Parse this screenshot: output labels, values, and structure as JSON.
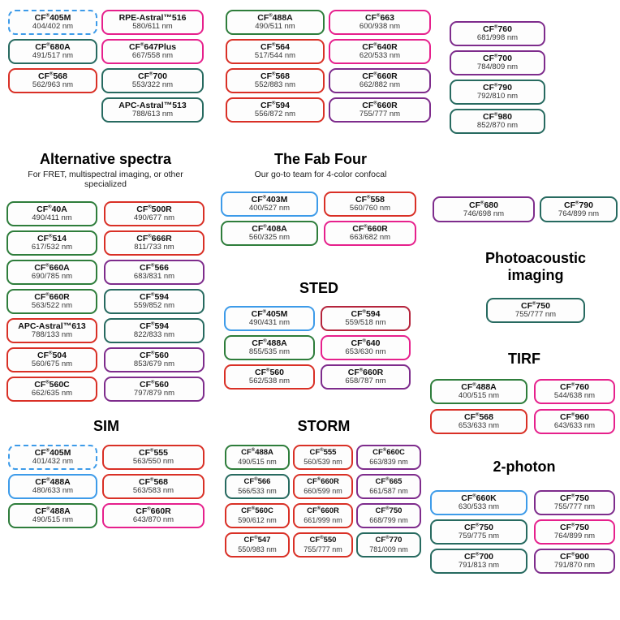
{
  "palette": {
    "blue": "#3D9BE9",
    "green": "#2E7D3B",
    "teal": "#276A60",
    "red": "#D93026",
    "pink": "#E6208C",
    "purple": "#7E2C8C",
    "darkred": "#B5243C"
  },
  "groups": [
    {
      "id": "top-a1",
      "boxes": [
        {
          "name": "CF®405M",
          "range": "404/402 nm",
          "color": "blue",
          "style": "dotted"
        },
        {
          "name": "CF®680A",
          "range": "491/517 nm",
          "color": "teal"
        },
        {
          "name": "CF®568",
          "range": "562/963 nm",
          "color": "red"
        }
      ]
    },
    {
      "id": "top-a2",
      "boxes": [
        {
          "name": "RPE-Astral™516",
          "range": "580/611 nm",
          "color": "pink"
        },
        {
          "name": "CF®647Plus",
          "range": "667/558 nm",
          "color": "pink"
        },
        {
          "name": "CF®700",
          "range": "553/322 nm",
          "color": "teal"
        },
        {
          "name": "APC-Astral™513",
          "range": "788/613 nm",
          "color": "teal"
        }
      ]
    },
    {
      "id": "top-b1",
      "boxes": [
        {
          "name": "CF®488A",
          "range": "490/511 nm",
          "color": "green"
        },
        {
          "name": "CF®564",
          "range": "517/544 nm",
          "color": "red"
        },
        {
          "name": "CF®568",
          "range": "552/883 nm",
          "color": "red"
        },
        {
          "name": "CF®594",
          "range": "556/872 nm",
          "color": "red"
        }
      ]
    },
    {
      "id": "top-b2",
      "boxes": [
        {
          "name": "CF®663",
          "range": "600/938 nm",
          "color": "pink"
        },
        {
          "name": "CF®640R",
          "range": "620/533 nm",
          "color": "pink"
        },
        {
          "name": "CF®660R",
          "range": "662/882 nm",
          "color": "purple"
        },
        {
          "name": "CF®660R",
          "range": "755/777 nm",
          "color": "purple"
        }
      ]
    },
    {
      "id": "top-c",
      "boxes": [
        {
          "name": "CF®760",
          "range": "681/998 nm",
          "color": "purple"
        },
        {
          "name": "CF®700",
          "range": "784/809 nm",
          "color": "purple"
        },
        {
          "name": "CF®790",
          "range": "792/810 nm",
          "color": "teal"
        },
        {
          "name": "CF®980",
          "range": "852/870 nm",
          "color": "teal"
        }
      ]
    },
    {
      "id": "alt",
      "title": "Alternative spectra",
      "subtitle": "For FRET, multispectral imaging, or other specialized",
      "boxes": [
        {
          "name": "CF®40A",
          "range": "490/411 nm",
          "color": "green"
        },
        {
          "name": "CF®500R",
          "range": "490/677 nm",
          "color": "red"
        },
        {
          "name": "CF®514",
          "range": "617/532 nm",
          "color": "green"
        },
        {
          "name": "CF®666R",
          "range": "811/733 nm",
          "color": "red"
        },
        {
          "name": "CF®660A",
          "range": "690/785 nm",
          "color": "green"
        },
        {
          "name": "CF®566",
          "range": "683/831 nm",
          "color": "purple"
        },
        {
          "name": "CF®660R",
          "range": "563/522 nm",
          "color": "green"
        },
        {
          "name": "CF®594",
          "range": "559/852 nm",
          "color": "teal"
        },
        {
          "name": "APC-Astral™613",
          "range": "788/133 nm",
          "color": "red"
        },
        {
          "name": "CF®594",
          "range": "822/833 nm",
          "color": "teal"
        },
        {
          "name": "CF®504",
          "range": "560/675 nm",
          "color": "red"
        },
        {
          "name": "CF®560",
          "range": "853/679 nm",
          "color": "purple"
        },
        {
          "name": "CF®560C",
          "range": "662/635 nm",
          "color": "red"
        },
        {
          "name": "CF®560",
          "range": "797/879 nm",
          "color": "purple"
        }
      ]
    },
    {
      "id": "fab",
      "title": "The Fab Four",
      "subtitle": "Our go-to team for 4-color confocal",
      "boxes": [
        {
          "name": "CF®403M",
          "range": "400/527 nm",
          "color": "blue"
        },
        {
          "name": "CF®558",
          "range": "560/760 nm",
          "color": "red"
        },
        {
          "name": "CF®408A",
          "range": "560/325 nm",
          "color": "green"
        },
        {
          "name": "CF®660R",
          "range": "663/682 nm",
          "color": "pink"
        }
      ]
    },
    {
      "id": "sted",
      "title": "STED",
      "boxes": [
        {
          "name": "CF®405M",
          "range": "490/431 nm",
          "color": "blue"
        },
        {
          "name": "CF®594",
          "range": "559/518 nm",
          "color": "darkred"
        },
        {
          "name": "CF®488A",
          "range": "855/535 nm",
          "color": "green"
        },
        {
          "name": "CF®640",
          "range": "653/630 nm",
          "color": "pink"
        },
        {
          "name": "CF®560",
          "range": "562/538 nm",
          "color": "red"
        },
        {
          "name": "CF®660R",
          "range": "658/787 nm",
          "color": "purple"
        }
      ]
    },
    {
      "id": "sim",
      "title": "SIM",
      "boxes": [
        {
          "name": "CF®405M",
          "range": "401/432 nm",
          "color": "blue",
          "style": "dotted"
        },
        {
          "name": "CF®555",
          "range": "563/550 nm",
          "color": "red"
        },
        {
          "name": "CF®488A",
          "range": "480/633 nm",
          "color": "blue"
        },
        {
          "name": "CF®568",
          "range": "563/583 nm",
          "color": "red"
        },
        {
          "name": "CF®488A",
          "range": "490/515 nm",
          "color": "green"
        },
        {
          "name": "CF®660R",
          "range": "643/870 nm",
          "color": "pink"
        }
      ]
    },
    {
      "id": "storm",
      "title": "STORM",
      "boxes": [
        {
          "name": "CF®488A",
          "range": "490/515 nm",
          "color": "green"
        },
        {
          "name": "CF®555",
          "range": "560/539 nm",
          "color": "red"
        },
        {
          "name": "CF®660C",
          "range": "663/839 nm",
          "color": "purple"
        },
        {
          "name": "CF®566",
          "range": "566/533 nm",
          "color": "teal"
        },
        {
          "name": "CF®660R",
          "range": "660/599 nm",
          "color": "red"
        },
        {
          "name": "CF®665",
          "range": "661/587 nm",
          "color": "purple"
        },
        {
          "name": "CF®560C",
          "range": "590/612 nm",
          "color": "red"
        },
        {
          "name": "CF®660R",
          "range": "661/999 nm",
          "color": "red"
        },
        {
          "name": "CF®750",
          "range": "668/799 nm",
          "color": "purple"
        },
        {
          "name": "CF®547",
          "range": "550/983 nm",
          "color": "red"
        },
        {
          "name": "CF®550",
          "range": "755/777 nm",
          "color": "red"
        },
        {
          "name": "CF®770",
          "range": "781/009 nm",
          "color": "teal"
        }
      ]
    },
    {
      "id": "pair",
      "boxes": [
        {
          "name": "CF®680",
          "range": "746/698 nm",
          "color": "purple"
        },
        {
          "name": "CF®790",
          "range": "764/899 nm",
          "color": "teal"
        }
      ]
    },
    {
      "id": "photo",
      "title": "Photoacoustic imaging",
      "boxes": [
        {
          "name": "CF®750",
          "range": "755/777 nm",
          "color": "teal"
        }
      ]
    },
    {
      "id": "tirf",
      "title": "TIRF",
      "boxes": [
        {
          "name": "CF®488A",
          "range": "400/515 nm",
          "color": "green"
        },
        {
          "name": "CF®760",
          "range": "544/638 nm",
          "color": "pink"
        },
        {
          "name": "CF®568",
          "range": "653/633 nm",
          "color": "red"
        },
        {
          "name": "CF®960",
          "range": "643/633 nm",
          "color": "pink"
        }
      ]
    },
    {
      "id": "twophoton",
      "title": "2-photon",
      "boxes": [
        {
          "name": "CF®660K",
          "range": "630/533 nm",
          "color": "blue"
        },
        {
          "name": "CF®750",
          "range": "755/777 nm",
          "color": "purple"
        },
        {
          "name": "CF®750",
          "range": "759/775 nm",
          "color": "teal"
        },
        {
          "name": "CF®750",
          "range": "764/899 nm",
          "color": "pink"
        },
        {
          "name": "CF®700",
          "range": "791/813 nm",
          "color": "teal"
        },
        {
          "name": "CF®900",
          "range": "791/870 nm",
          "color": "purple"
        }
      ]
    }
  ]
}
